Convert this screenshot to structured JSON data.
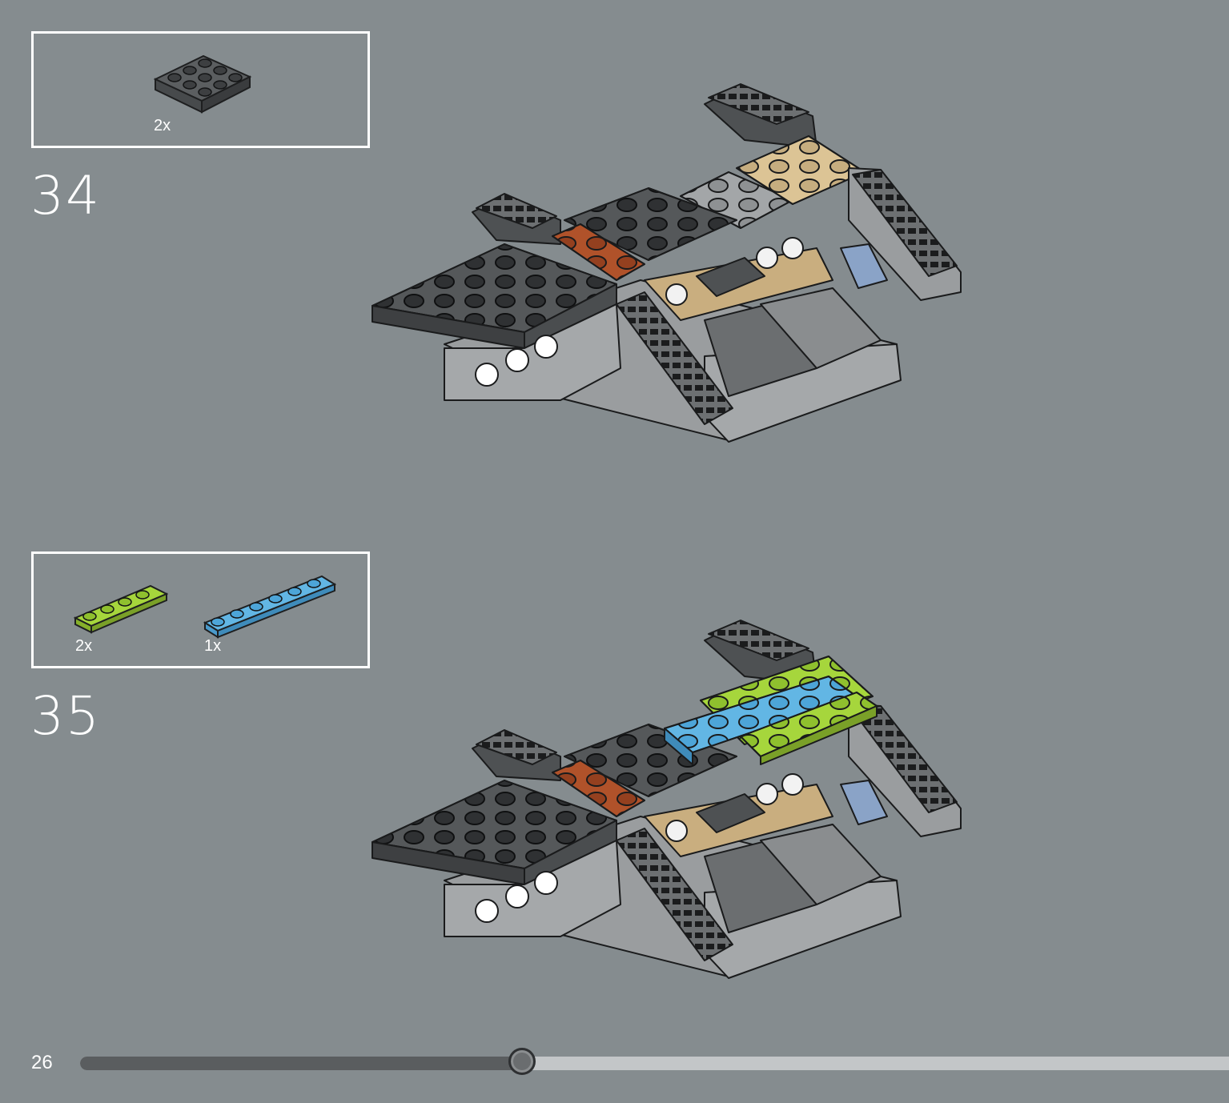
{
  "steps": [
    {
      "number": "34",
      "parts": [
        {
          "quantity": "2x",
          "color": "#5b5e60",
          "kind": "plate-3x3"
        }
      ],
      "model_additions": []
    },
    {
      "number": "35",
      "parts": [
        {
          "quantity": "2x",
          "color": "#a6d63c",
          "kind": "plate-1x4"
        },
        {
          "quantity": "1x",
          "color": "#62b6e4",
          "kind": "plate-1x6"
        }
      ],
      "model_additions": [
        "#a6d63c",
        "#62b6e4"
      ]
    }
  ],
  "footer": {
    "page_number": "26",
    "progress": 0.385
  }
}
